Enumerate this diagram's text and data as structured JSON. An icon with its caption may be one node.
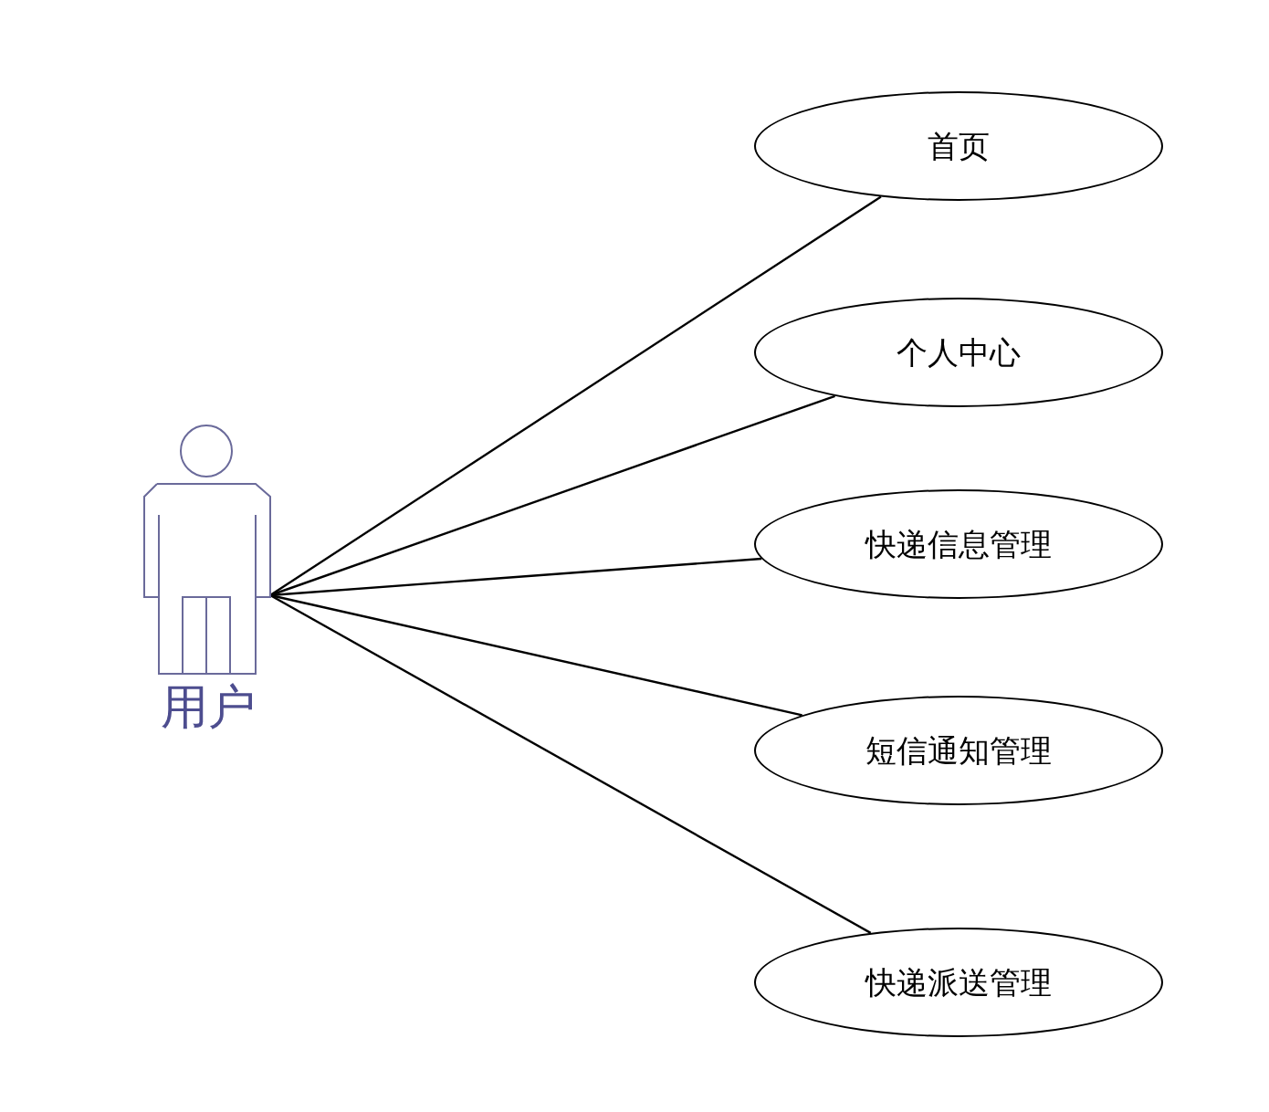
{
  "diagram": {
    "nodes": [
      {
        "text": [
          "用户"
        ]
      },
      {
        "text": [
          "首页"
        ]
      },
      {
        "text": [
          "个人中心"
        ]
      },
      {
        "text": [
          "快递信息管理"
        ]
      },
      {
        "text": [
          "短信通知管理"
        ]
      },
      {
        "text": [
          "快递派送管理"
        ]
      }
    ],
    "edges": [
      {
        "from": 0,
        "to": 1,
        "arrow": "none"
      },
      {
        "from": 0,
        "to": 2,
        "arrow": "none"
      },
      {
        "from": 0,
        "to": 3,
        "arrow": "none"
      },
      {
        "from": 0,
        "to": 4,
        "arrow": "none"
      },
      {
        "from": 0,
        "to": 5,
        "arrow": "none"
      }
    ]
  }
}
